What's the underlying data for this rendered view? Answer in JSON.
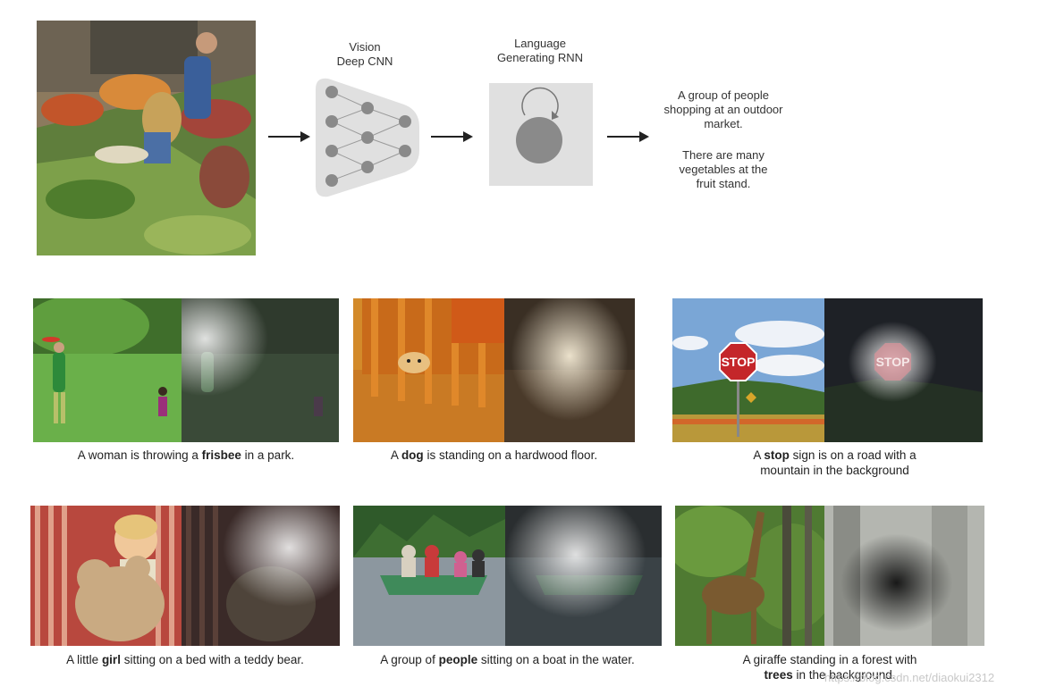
{
  "pipeline": {
    "cnn_label_1": "Vision",
    "cnn_label_2": "Deep CNN",
    "rnn_label_1": "Language",
    "rnn_label_2": "Generating RNN",
    "output_caption_1": [
      "A group of people",
      "shopping at an outdoor",
      "market."
    ],
    "output_caption_2": [
      "There are many",
      "vegetables at the",
      "fruit stand."
    ]
  },
  "examples": [
    {
      "pre": "A woman is throwing a ",
      "bold": "frisbee",
      "post": " in a park.",
      "line2": ""
    },
    {
      "pre": "A ",
      "bold": "dog",
      "post": " is standing on a hardwood floor.",
      "line2": ""
    },
    {
      "pre": "A ",
      "bold": "stop",
      "post": " sign is on a road with a",
      "line2": "mountain in the background"
    },
    {
      "pre": "A little ",
      "bold": "girl",
      "post": " sitting on a bed with a teddy bear.",
      "line2": ""
    },
    {
      "pre": "A group of ",
      "bold": "people",
      "post": " sitting on a boat in the water.",
      "line2": ""
    },
    {
      "pre": "A giraffe standing in a forest with",
      "bold": "",
      "post": "",
      "line2_bold": "trees",
      "line2": " in the background."
    }
  ],
  "icons": [
    "market-photo",
    "cnn-network-icon",
    "rnn-loop-icon",
    "arrow-right-icon"
  ],
  "watermark": "https://blog.csdn.net/diaokui2312"
}
